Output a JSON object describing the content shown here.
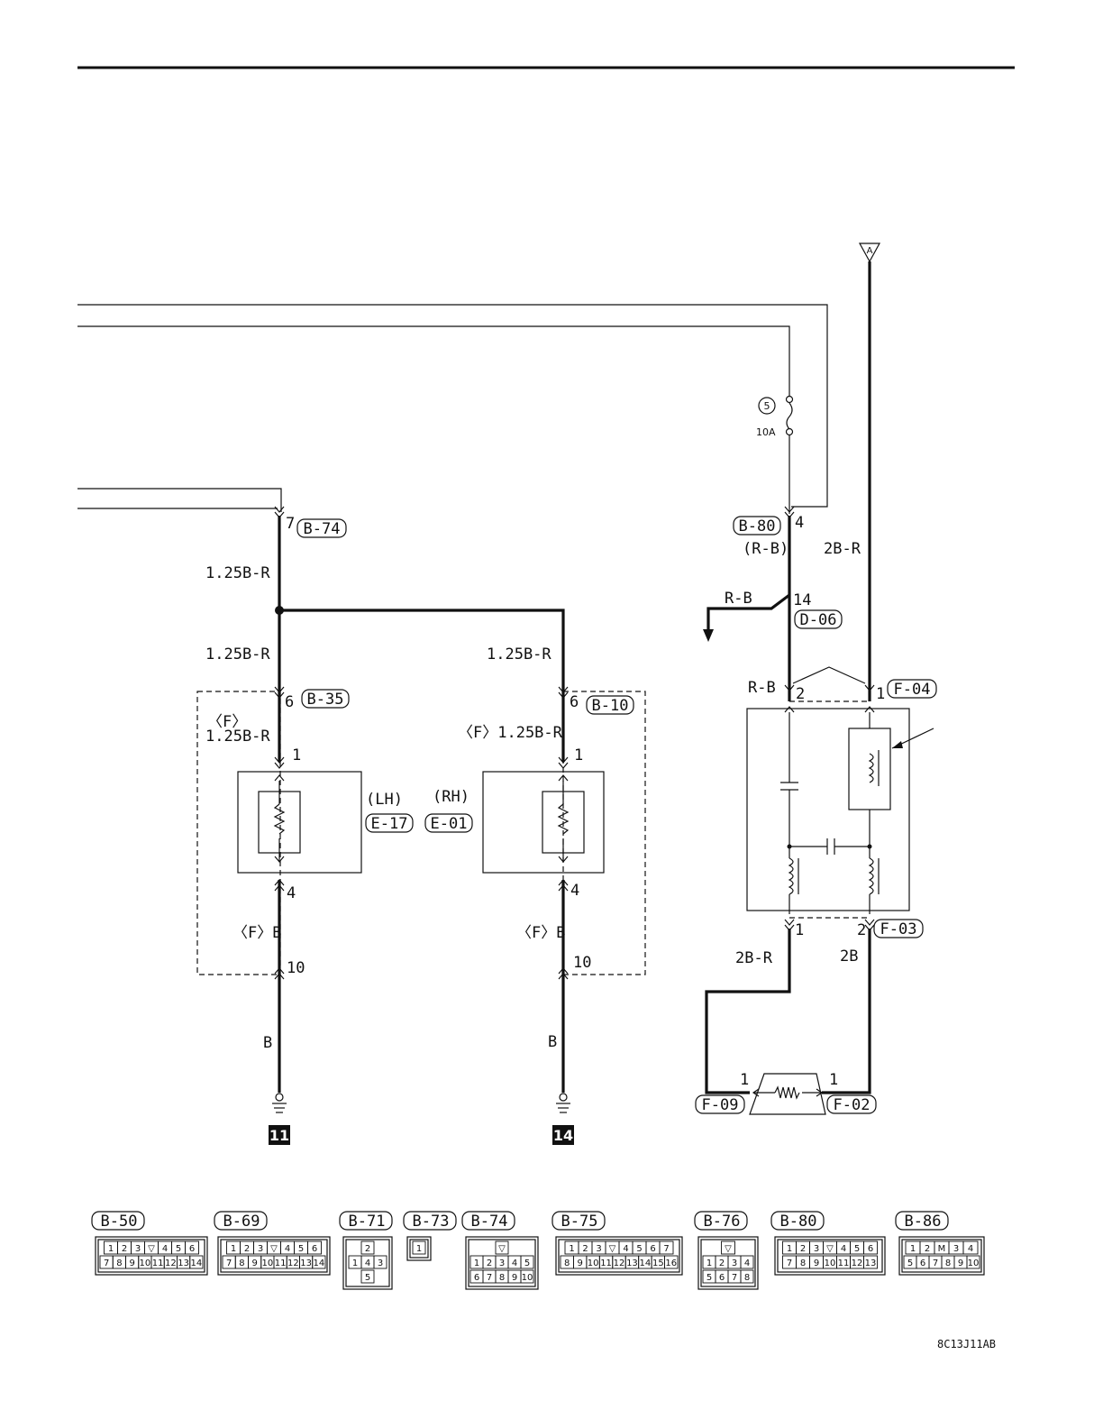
{
  "connectors_top": {
    "B74": "B-74",
    "B80": "B-80",
    "D06": "D-06",
    "B35": "B-35",
    "B10": "B-10",
    "E17": "E-17",
    "E01": "E-01",
    "F04": "F-04",
    "F03": "F-03",
    "F09": "F-09",
    "F02": "F-02"
  },
  "pins": {
    "b74_7": "7",
    "b80_4": "4",
    "d06_14": "14",
    "b35_6": "6",
    "b10_6": "6",
    "lh_1": "1",
    "lh_4": "4",
    "lh_10": "10",
    "rh_1": "1",
    "rh_4": "4",
    "rh_10": "10",
    "f04_2": "2",
    "f04_1": "1",
    "f03_1": "1",
    "f03_2": "2",
    "f09_1": "1",
    "f02_1": "1"
  },
  "wires": {
    "w_b74": "1.25B-R",
    "w_lh_upper": "1.25B-R",
    "w_rh_upper": "1.25B-R",
    "w_lh_f": "1.25B-R",
    "w_rh_f": "〈F〉1.25B-R",
    "w_f_lh": "〈F〉",
    "w_lh_fb": "〈F〉B",
    "w_rh_fb": "〈F〉B",
    "w_lh_b": "B",
    "w_rh_b": "B",
    "w_rb_paren": "(R-B)",
    "w_2br_top": "2B-R",
    "w_rb_branch": "R-B",
    "w_rb_left": "R-B",
    "w_2br_bottom": "2B-R",
    "w_2b_bottom": "2B"
  },
  "components": {
    "lh": "(LH)",
    "rh": "(RH)",
    "fuse_num": "5",
    "fuse_rating": "10A",
    "arrow_a": "A"
  },
  "grounds": {
    "g1": "11",
    "g2": "14"
  },
  "legend": [
    {
      "id": "B-50",
      "rows": [
        [
          "1",
          "2",
          "3",
          "▽",
          "4",
          "5",
          "6"
        ],
        [
          "7",
          "8",
          "9",
          "10",
          "11",
          "12",
          "13",
          "14"
        ]
      ]
    },
    {
      "id": "B-69",
      "rows": [
        [
          "1",
          "2",
          "3",
          "▽",
          "4",
          "5",
          "6"
        ],
        [
          "7",
          "8",
          "9",
          "10",
          "11",
          "12",
          "13",
          "14"
        ]
      ]
    },
    {
      "id": "B-71",
      "rows": [
        [
          "2"
        ],
        [
          "1",
          "4",
          "3"
        ],
        [
          "5"
        ]
      ]
    },
    {
      "id": "B-73",
      "rows": [
        [
          "1"
        ]
      ]
    },
    {
      "id": "B-74",
      "rows": [
        [
          "▽"
        ],
        [
          "1",
          "2",
          "3",
          "4",
          "5"
        ],
        [
          "6",
          "7",
          "8",
          "9",
          "10"
        ]
      ]
    },
    {
      "id": "B-75",
      "rows": [
        [
          "1",
          "2",
          "3",
          "▽",
          "4",
          "5",
          "6",
          "7"
        ],
        [
          "8",
          "9",
          "10",
          "11",
          "12",
          "13",
          "14",
          "15",
          "16"
        ]
      ]
    },
    {
      "id": "B-76",
      "rows": [
        [
          "▽"
        ],
        [
          "1",
          "2",
          "3",
          "4"
        ],
        [
          "5",
          "6",
          "7",
          "8"
        ]
      ]
    },
    {
      "id": "B-80",
      "rows": [
        [
          "1",
          "2",
          "3",
          "▽",
          "4",
          "5",
          "6"
        ],
        [
          "7",
          "8",
          "9",
          "10",
          "11",
          "12",
          "13"
        ]
      ]
    },
    {
      "id": "B-86",
      "rows": [
        [
          "1",
          "2",
          "M",
          "3",
          "4"
        ],
        [
          "5",
          "6",
          "7",
          "8",
          "9",
          "10"
        ]
      ]
    }
  ],
  "footer_code": "8C13J11AB"
}
